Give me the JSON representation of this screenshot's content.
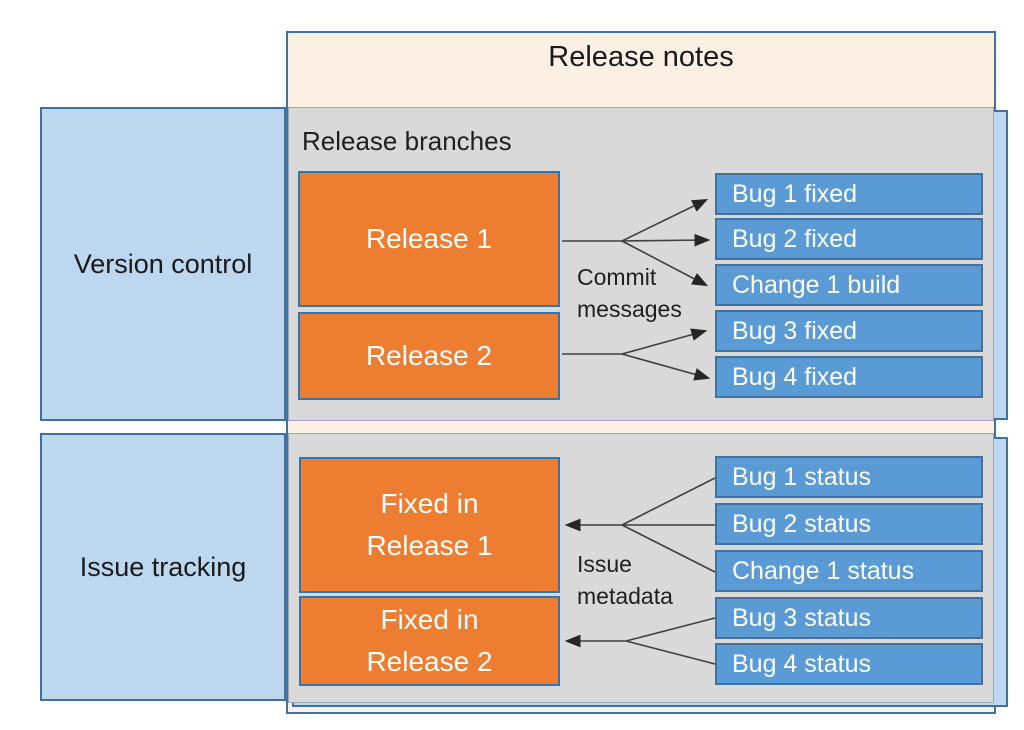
{
  "title": "Release notes",
  "rows": {
    "version_control": "Version control",
    "issue_tracking": "Issue tracking"
  },
  "vc_panel": {
    "heading": "Release branches",
    "release1": "Release 1",
    "release2": "Release 2",
    "arrow_label_line1": "Commit",
    "arrow_label_line2": "messages",
    "commits": [
      "Bug 1 fixed",
      "Bug 2 fixed",
      "Change 1 build",
      "Bug 3 fixed",
      "Bug 4 fixed"
    ]
  },
  "it_panel": {
    "fixed1_line1": "Fixed in",
    "fixed1_line2": "Release 1",
    "fixed2_line1": "Fixed in",
    "fixed2_line2": "Release 2",
    "arrow_label_line1": "Issue",
    "arrow_label_line2": "metadata",
    "statuses": [
      "Bug 1 status",
      "Bug 2 status",
      "Change 1 status",
      "Bug 3 status",
      "Bug 4 status"
    ]
  },
  "colors": {
    "accent_orange": "#ED7D31",
    "accent_blue": "#5B9BD5",
    "light_blue_fill": "#BDD7EE",
    "cream_fill": "#FCEFE4",
    "panel_gray": "#D9D9D9",
    "border_blue": "#2E75B6",
    "border_dark_blue": "#41719C",
    "arrow_color": "#404040"
  }
}
